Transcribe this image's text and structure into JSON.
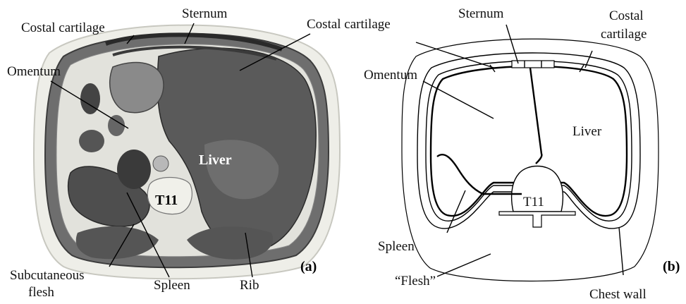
{
  "panel_a": {
    "labels": {
      "costal_cartilage_left": "Costal cartilage",
      "sternum": "Sternum",
      "costal_cartilage_right": "Costal cartilage",
      "omentum": "Omentum",
      "liver": "Liver",
      "t11": "T11",
      "subcutaneous_line1": "Subcutaneous",
      "subcutaneous_line2": "flesh",
      "spleen": "Spleen",
      "rib": "Rib",
      "panel_tag": "(a)"
    }
  },
  "panel_b": {
    "labels": {
      "sternum": "Sternum",
      "costal_line1": "Costal",
      "costal_line2": "cartilage",
      "omentum": "Omentum",
      "liver": "Liver",
      "t11": "T11",
      "spleen": "Spleen",
      "flesh": "“Flesh”",
      "chest_wall": "Chest wall",
      "panel_tag": "(b)"
    }
  },
  "colors": {
    "tissue_light": "#e8e8e2",
    "muscle": "#4a4a4a",
    "liver": "#5c5c5c",
    "fat": "#dcdcd4",
    "line": "#000000"
  }
}
